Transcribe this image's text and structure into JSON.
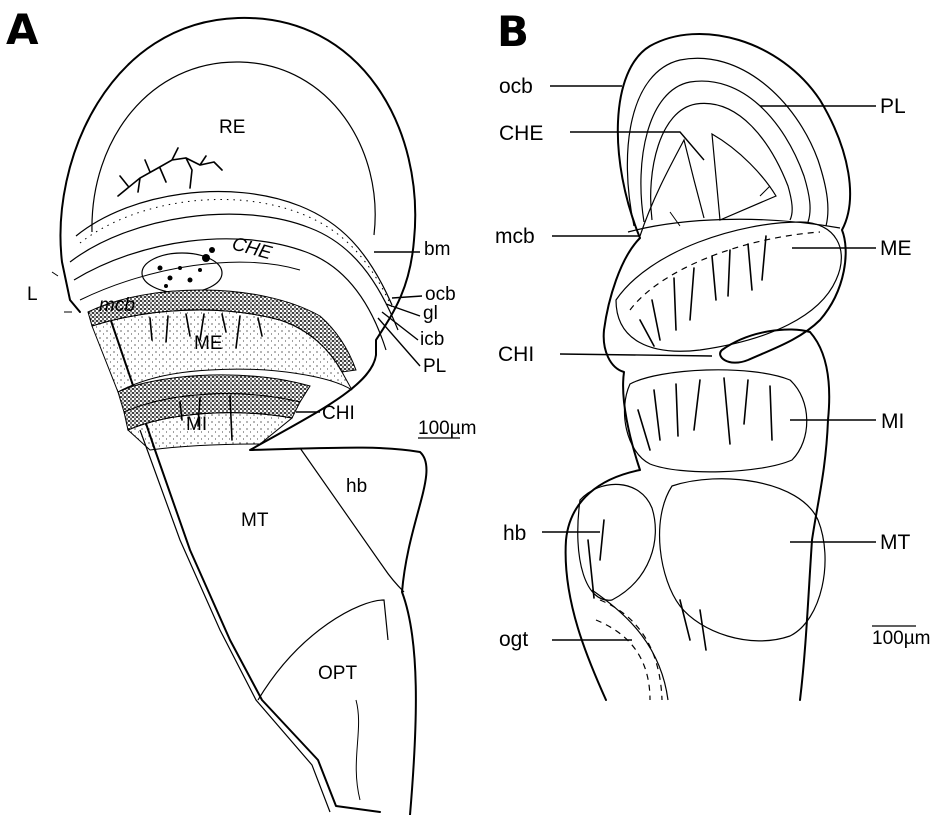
{
  "panel_a": {
    "letter": "A",
    "labels": {
      "re": "RE",
      "che": "CHE",
      "bm": "bm",
      "l": "L",
      "ocb": "ocb",
      "gl": "gl",
      "mcb": "mcb",
      "icb": "icb",
      "me": "ME",
      "pl": "PL",
      "chi": "CHI",
      "mi": "MI",
      "hb": "hb",
      "mt": "MT",
      "opt": "OPT"
    },
    "scale": "100µm"
  },
  "panel_b": {
    "letter": "B",
    "labels": {
      "ocb": "ocb",
      "pl": "PL",
      "che": "CHE",
      "mcb": "mcb",
      "me": "ME",
      "chi": "CHI",
      "mi": "MI",
      "hb": "hb",
      "mt": "MT",
      "ogt": "ogt"
    },
    "scale": "100µm"
  }
}
